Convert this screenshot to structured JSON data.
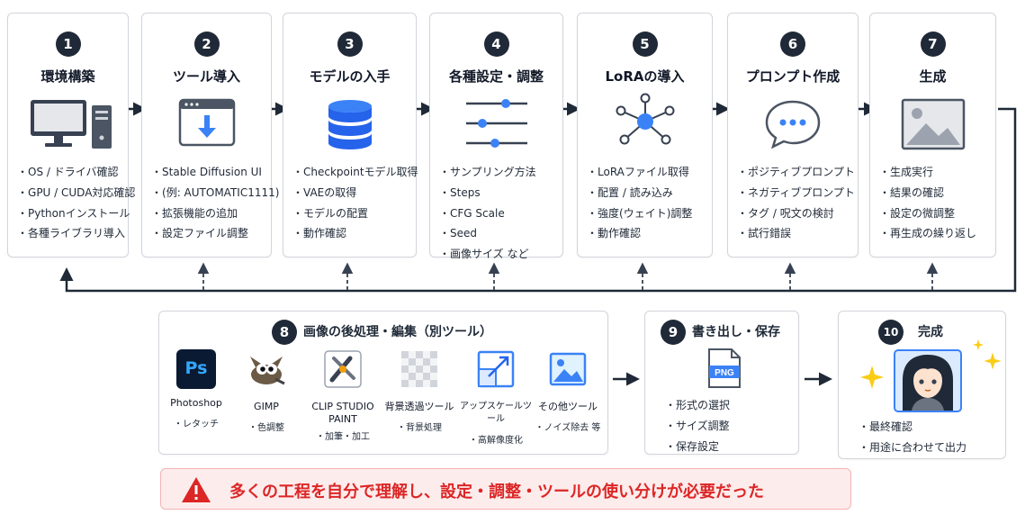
{
  "steps": [
    {
      "num": "1",
      "title": "環境構築",
      "icon": "computer-icon",
      "items": [
        "OS / ドライバ確認",
        "GPU / CUDA対応確認",
        "Pythonインストール",
        "各種ライブラリ導入"
      ]
    },
    {
      "num": "2",
      "title": "ツール導入",
      "icon": "download-window-icon",
      "items": [
        "Stable Diffusion UI",
        "(例: AUTOMATIC1111)",
        "拡張機能の追加",
        "設定ファイル調整"
      ]
    },
    {
      "num": "3",
      "title": "モデルの入手",
      "icon": "database-icon",
      "items": [
        "Checkpointモデル取得",
        "VAEの取得",
        "モデルの配置",
        "動作確認"
      ]
    },
    {
      "num": "4",
      "title": "各種設定・調整",
      "icon": "sliders-icon",
      "items": [
        "サンプリング方法",
        "Steps",
        "CFG Scale",
        "Seed",
        "画像サイズ など"
      ]
    },
    {
      "num": "5",
      "title": "LoRAの導入",
      "icon": "network-icon",
      "items": [
        "LoRAファイル取得",
        "配置 / 読み込み",
        "強度(ウェイト)調整",
        "動作確認"
      ]
    },
    {
      "num": "6",
      "title": "プロンプト作成",
      "icon": "chat-bubble-icon",
      "items": [
        "ポジティブプロンプト",
        "ネガティブプロンプト",
        "タグ / 呪文の検討",
        "試行錯誤"
      ]
    },
    {
      "num": "7",
      "title": "生成",
      "icon": "image-icon",
      "items": [
        "生成実行",
        "結果の確認",
        "設定の微調整",
        "再生成の繰り返し"
      ]
    }
  ],
  "post": {
    "num": "8",
    "title": "画像の後処理・編集（別ツール）",
    "tools": [
      {
        "name": "Photoshop",
        "desc": "レタッチ",
        "icon": "photoshop-icon",
        "logo_text": "Ps"
      },
      {
        "name": "GIMP",
        "desc": "色調整",
        "icon": "gimp-icon"
      },
      {
        "name": "CLIP STUDIO PAINT",
        "desc": "加筆・加工",
        "icon": "clip-studio-icon"
      },
      {
        "name": "背景透過ツール",
        "desc": "背景処理",
        "icon": "transparent-background-icon"
      },
      {
        "name": "アップスケールツール",
        "desc": "高解像度化",
        "icon": "upscale-icon"
      },
      {
        "name": "その他ツール",
        "desc": "ノイズ除去 等",
        "icon": "image-icon"
      }
    ]
  },
  "export": {
    "num": "9",
    "title": "書き出し・保存",
    "icon": "png-file-icon",
    "file_label": "PNG",
    "items": [
      "形式の選択",
      "サイズ調整",
      "保存設定"
    ]
  },
  "complete": {
    "num": "10",
    "title": "完成",
    "icon": "anime-portrait-icon",
    "items": [
      "最終確認",
      "用途に合わせて出力"
    ]
  },
  "warning": {
    "icon": "warning-icon",
    "text": "多くの工程を自分で理解し、設定・調整・ツールの使い分けが必要だった"
  },
  "colors": {
    "accent": "#3b82f6",
    "dark": "#1f2937",
    "warn_bg": "#fdecec",
    "warn_text": "#dc2626"
  }
}
